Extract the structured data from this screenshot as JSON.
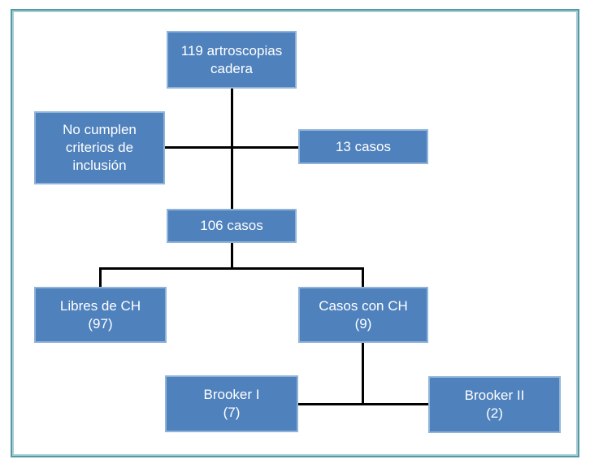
{
  "diagram": {
    "type": "flowchart",
    "language": "es",
    "nodes": {
      "arthroscopies": {
        "label": "119 artroscopias\ncadera"
      },
      "excluded": {
        "label": "No cumplen\ncriterios de\ninclusión"
      },
      "excluded_count": {
        "label": "13 casos"
      },
      "included": {
        "label": "106 casos"
      },
      "free_ch": {
        "label": "Libres de CH\n(97)"
      },
      "with_ch": {
        "label": "Casos con CH\n(9)"
      },
      "brooker_i": {
        "label": "Brooker I\n(7)"
      },
      "brooker_ii": {
        "label": "Brooker II\n(2)"
      }
    },
    "edges": [
      {
        "from": "arthroscopies",
        "to": "included"
      },
      {
        "from": "arthroscopies",
        "to": "excluded"
      },
      {
        "from": "excluded",
        "to": "excluded_count"
      },
      {
        "from": "included",
        "to": "free_ch"
      },
      {
        "from": "included",
        "to": "with_ch"
      },
      {
        "from": "with_ch",
        "to": "brooker_i"
      },
      {
        "from": "with_ch",
        "to": "brooker_ii"
      }
    ],
    "colors": {
      "node_fill": "#4f81bd",
      "node_border": "#8fb3d9",
      "node_text": "#ffffff",
      "connector": "#000000",
      "frame_outer": "#539aa6",
      "frame_inner": "#a9ced3",
      "background": "#ffffff"
    }
  }
}
